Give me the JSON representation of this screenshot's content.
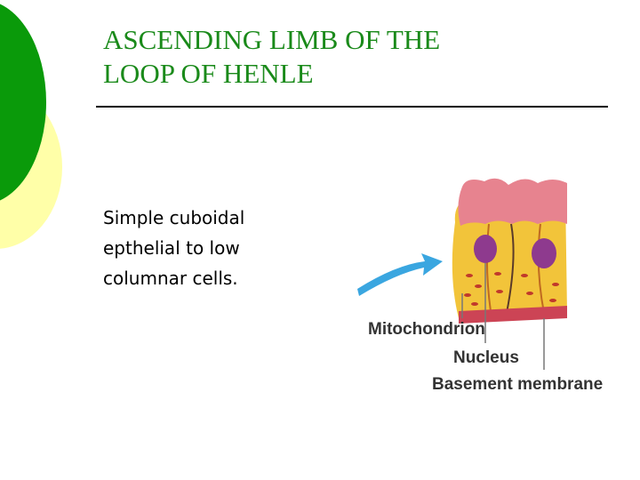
{
  "slide": {
    "title_lines": [
      "ASCENDING LIMB OF THE",
      "LOOP OF HENLE"
    ],
    "body_lines": [
      "Simple cuboidal",
      "epthelial to low",
      "columnar cells."
    ]
  },
  "figure": {
    "labels": {
      "mitochondrion": "Mitochondrion",
      "nucleus": "Nucleus",
      "basement_membrane": "Basement membrane"
    }
  },
  "colors": {
    "title": "#1a8a1a",
    "circle_green": "#0a9a0a",
    "circle_yellow": "#ffffa8",
    "arrow": "#3aa6e0",
    "cell_body": "#f2c43a",
    "cell_top": "#e7838f",
    "nucleus": "#8e3a8e"
  }
}
